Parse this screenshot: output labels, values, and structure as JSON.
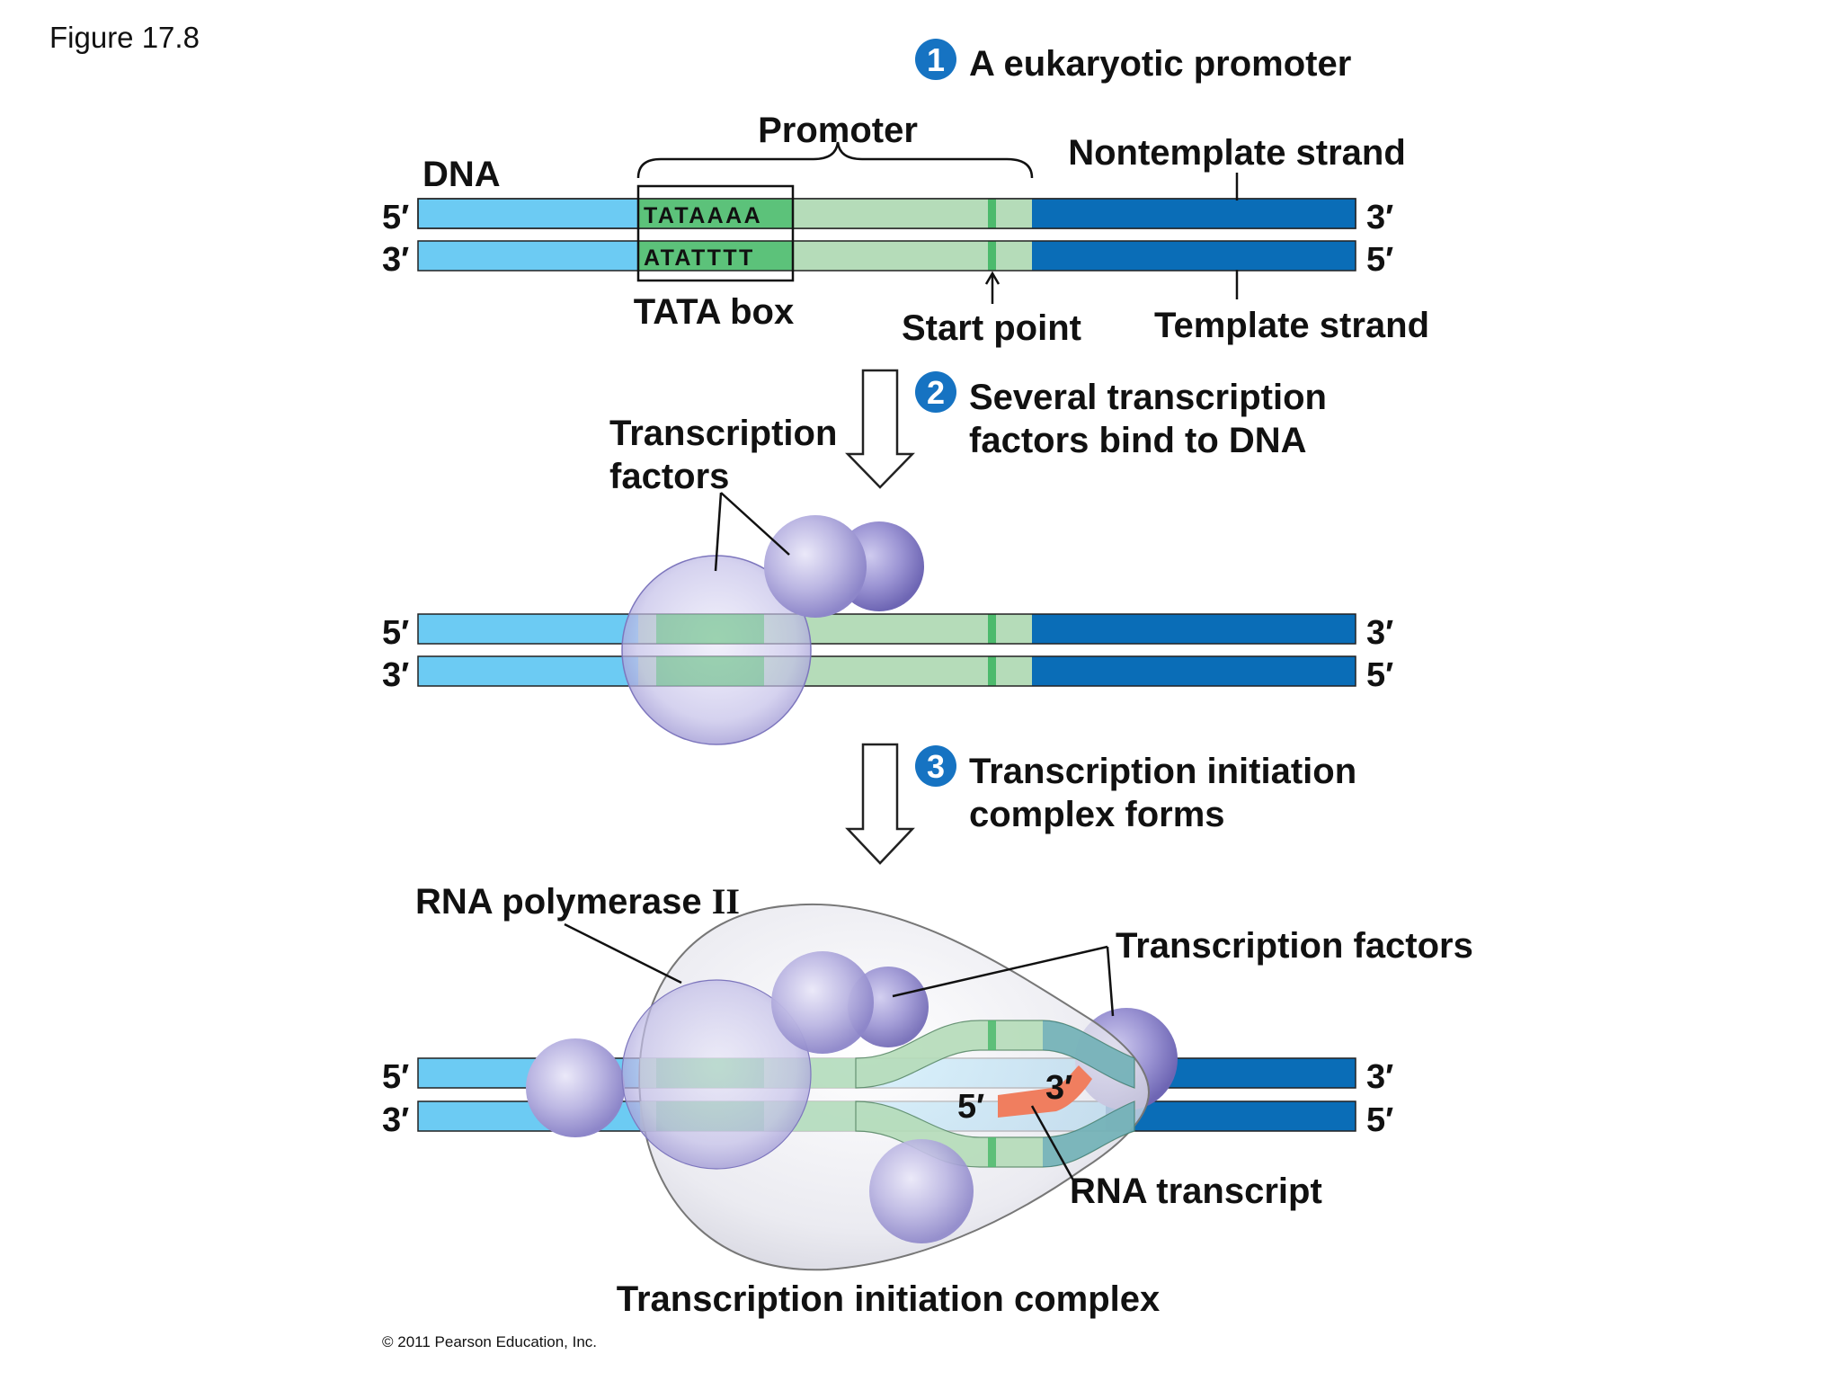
{
  "figure_label": "Figure 17.8",
  "colors": {
    "dna_light": "#6ccbf3",
    "promoter_green": "#b5dcb9",
    "tata_green": "#5cc27a",
    "template_dark": "#0a6db7",
    "factor_purple": "#b8b4e0",
    "rna_salmon": "#f07e5f",
    "step_circle": "#1673c2"
  },
  "step1": {
    "number": "1",
    "title": "A eukaryotic promoter"
  },
  "step2": {
    "number": "2",
    "title_line1": "Several transcription",
    "title_line2": "factors bind to DNA"
  },
  "step3": {
    "number": "3",
    "title_line1": "Transcription initiation",
    "title_line2": "complex forms"
  },
  "labels": {
    "dna": "DNA",
    "promoter": "Promoter",
    "nontemplate_strand": "Nontemplate strand",
    "template_strand": "Template strand",
    "tata_box": "TATA box",
    "start_point": "Start point",
    "tata_top_seq": "TATAAAA",
    "tata_bottom_seq": "ATATTTT",
    "transcription_factors_line1": "Transcription",
    "transcription_factors_line2": "factors",
    "rna_polymerase": "RNA polymerase ",
    "rna_polymerase_roman": "II",
    "transcription_factors_right": "Transcription factors",
    "rna_transcript": "RNA transcript",
    "initiation_complex": "Transcription initiation complex"
  },
  "strand_ends": {
    "top_left": "5′",
    "bottom_left": "3′",
    "top_right": "3′",
    "bottom_right": "5′"
  },
  "rna_ends": {
    "five_prime": "5′",
    "three_prime": "3′"
  },
  "copyright": "© 2011 Pearson Education, Inc."
}
